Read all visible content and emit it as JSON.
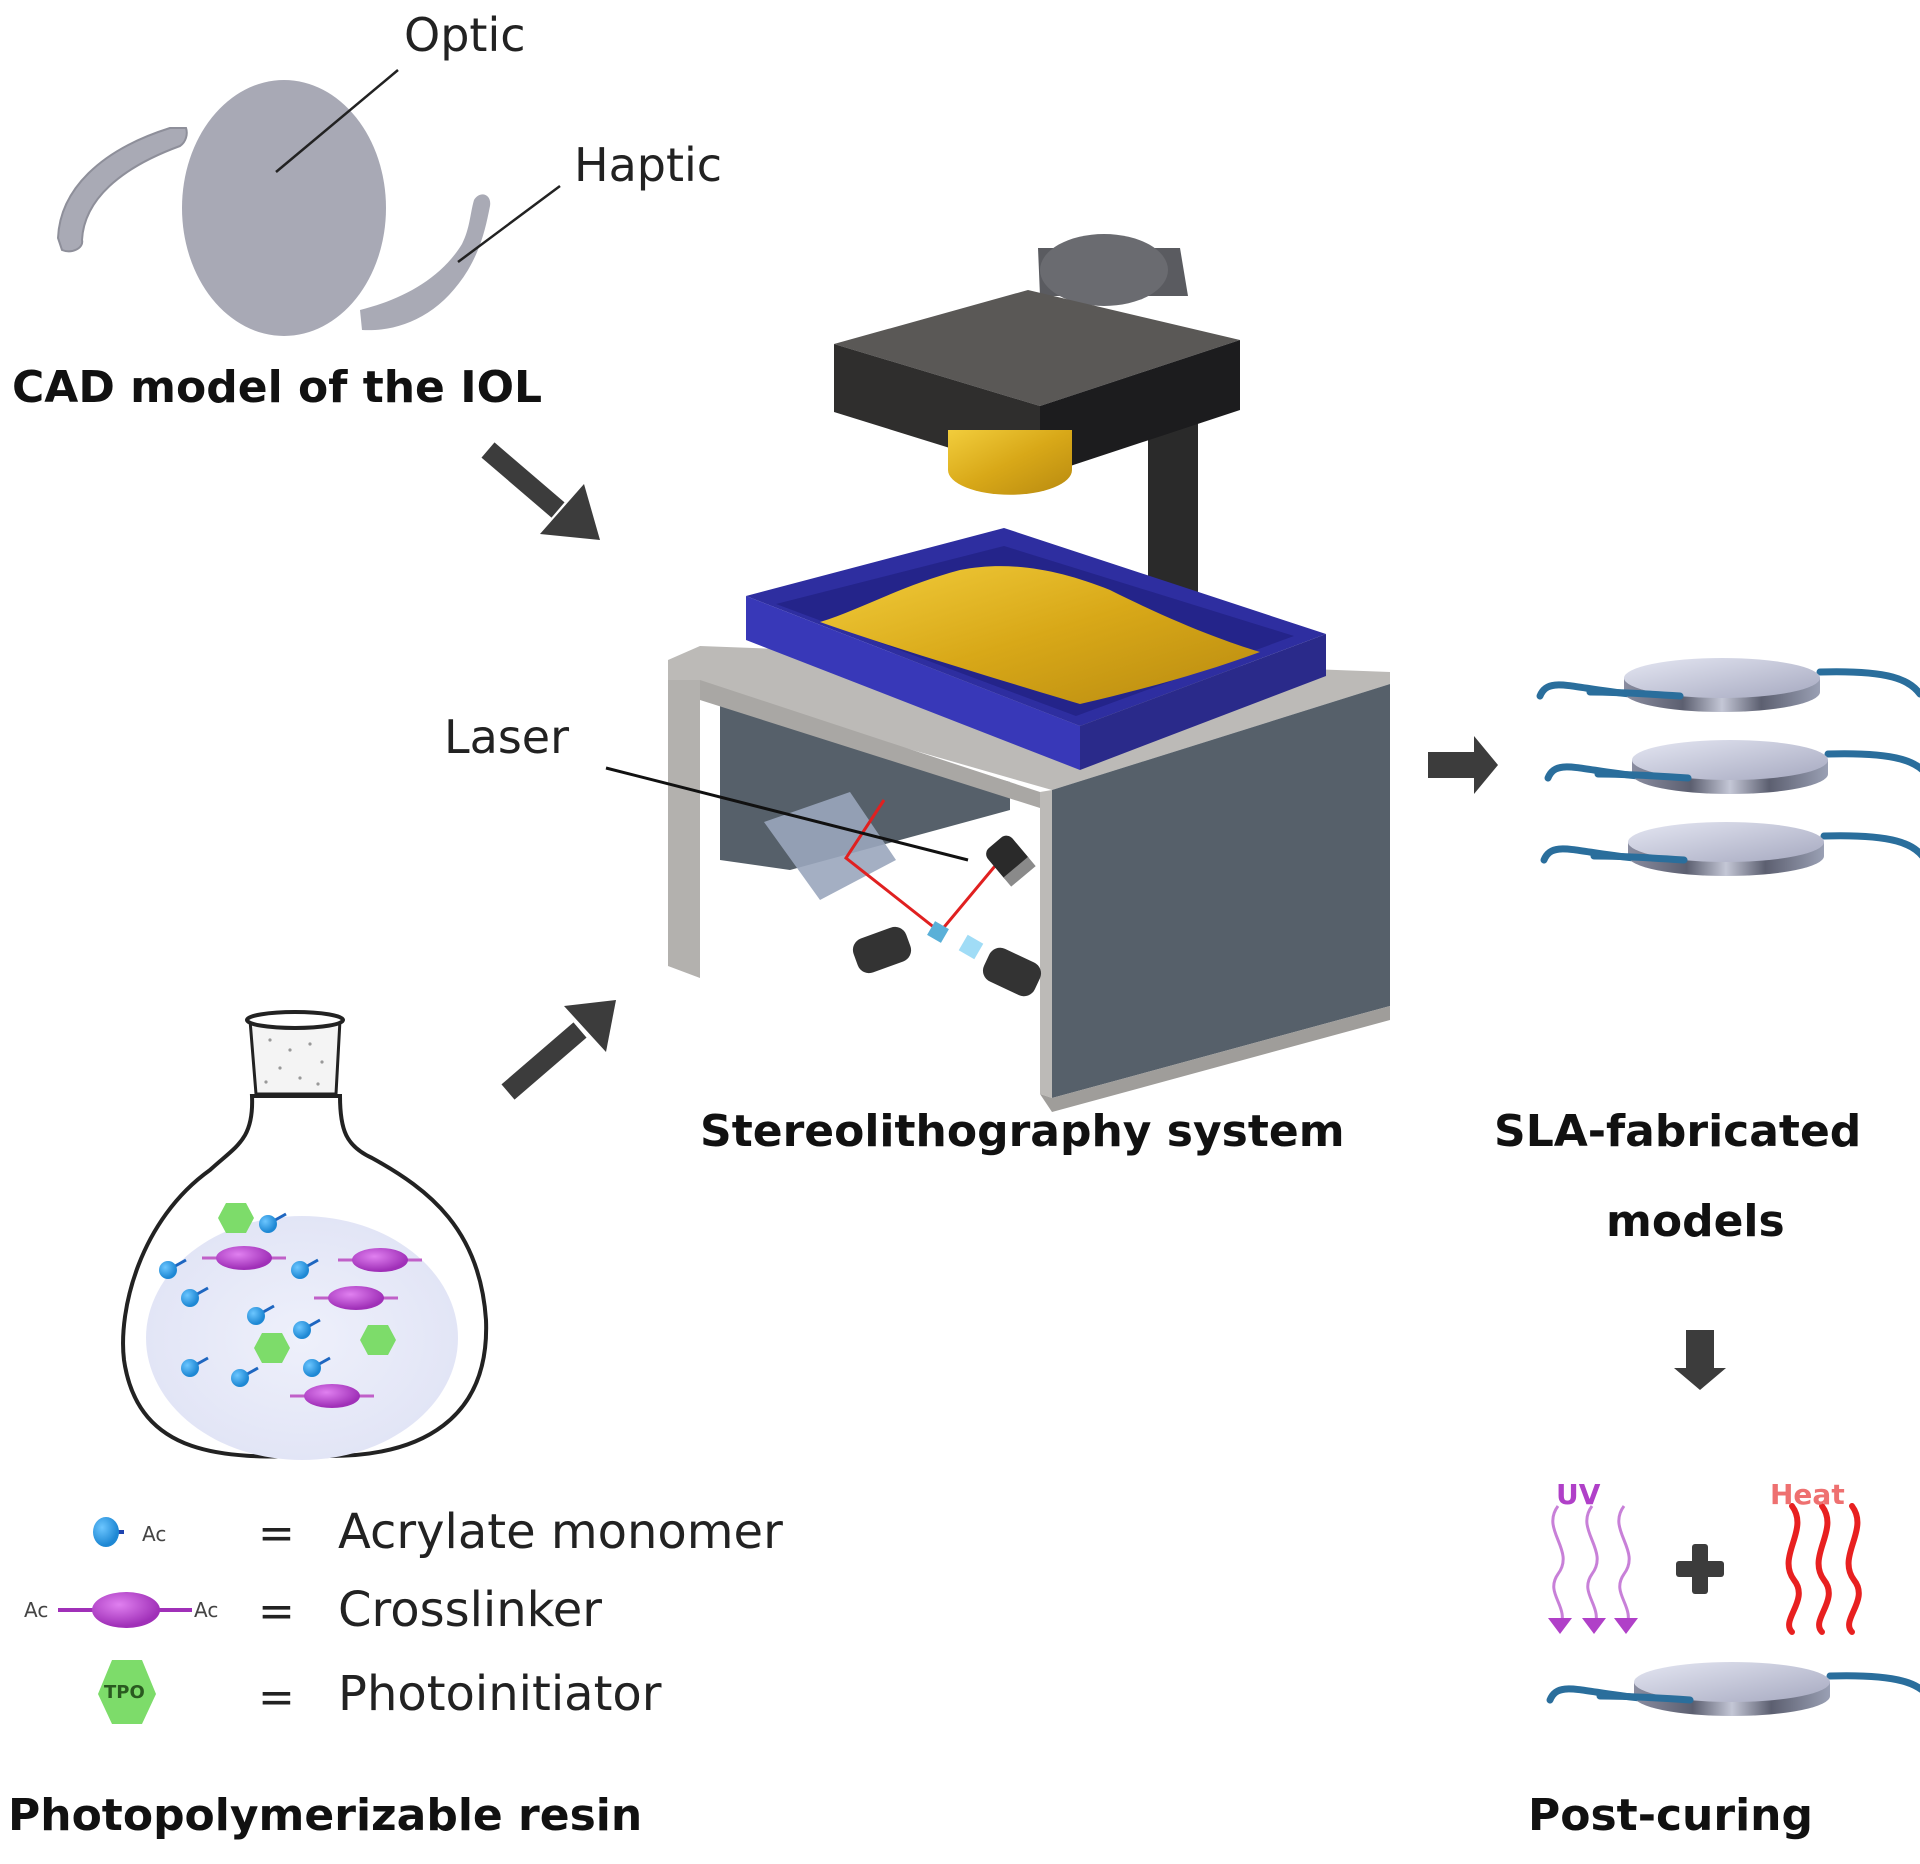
{
  "figure": {
    "iol_cad": {
      "title": "CAD model of the IOL",
      "optic_label": "Optic",
      "haptic_label": "Haptic"
    },
    "sla_system": {
      "title": "Stereolithography system",
      "laser_label": "Laser"
    },
    "fabricated": {
      "title_line1": "SLA-fabricated",
      "title_line2": "models",
      "count": 3
    },
    "post_curing": {
      "title": "Post-curing",
      "uv_label": "UV",
      "heat_label": "Heat",
      "operator": "+"
    },
    "resin": {
      "title": "Photopolymerizable resin",
      "legend": [
        {
          "symbol_text": "Ac",
          "equals": "=",
          "label": "Acrylate monomer",
          "color": "#2c9ae0"
        },
        {
          "symbol_text_left": "Ac",
          "symbol_text_right": "Ac",
          "equals": "=",
          "label": "Crosslinker",
          "color": "#b040c8"
        },
        {
          "symbol_text": "TPO",
          "equals": "=",
          "label": "Photoinitiator",
          "color": "#7ddc6a"
        }
      ]
    },
    "colors": {
      "arrow": "#3c3c3c",
      "vat": "#3535b0",
      "resin_gold": "#e0b020",
      "frame": "#b9b7b4",
      "panel": "#56606a",
      "laser": "#e02020",
      "haptic_blue": "#2a6e9c",
      "uv": "#b040c8",
      "heat": "#e82020"
    }
  }
}
